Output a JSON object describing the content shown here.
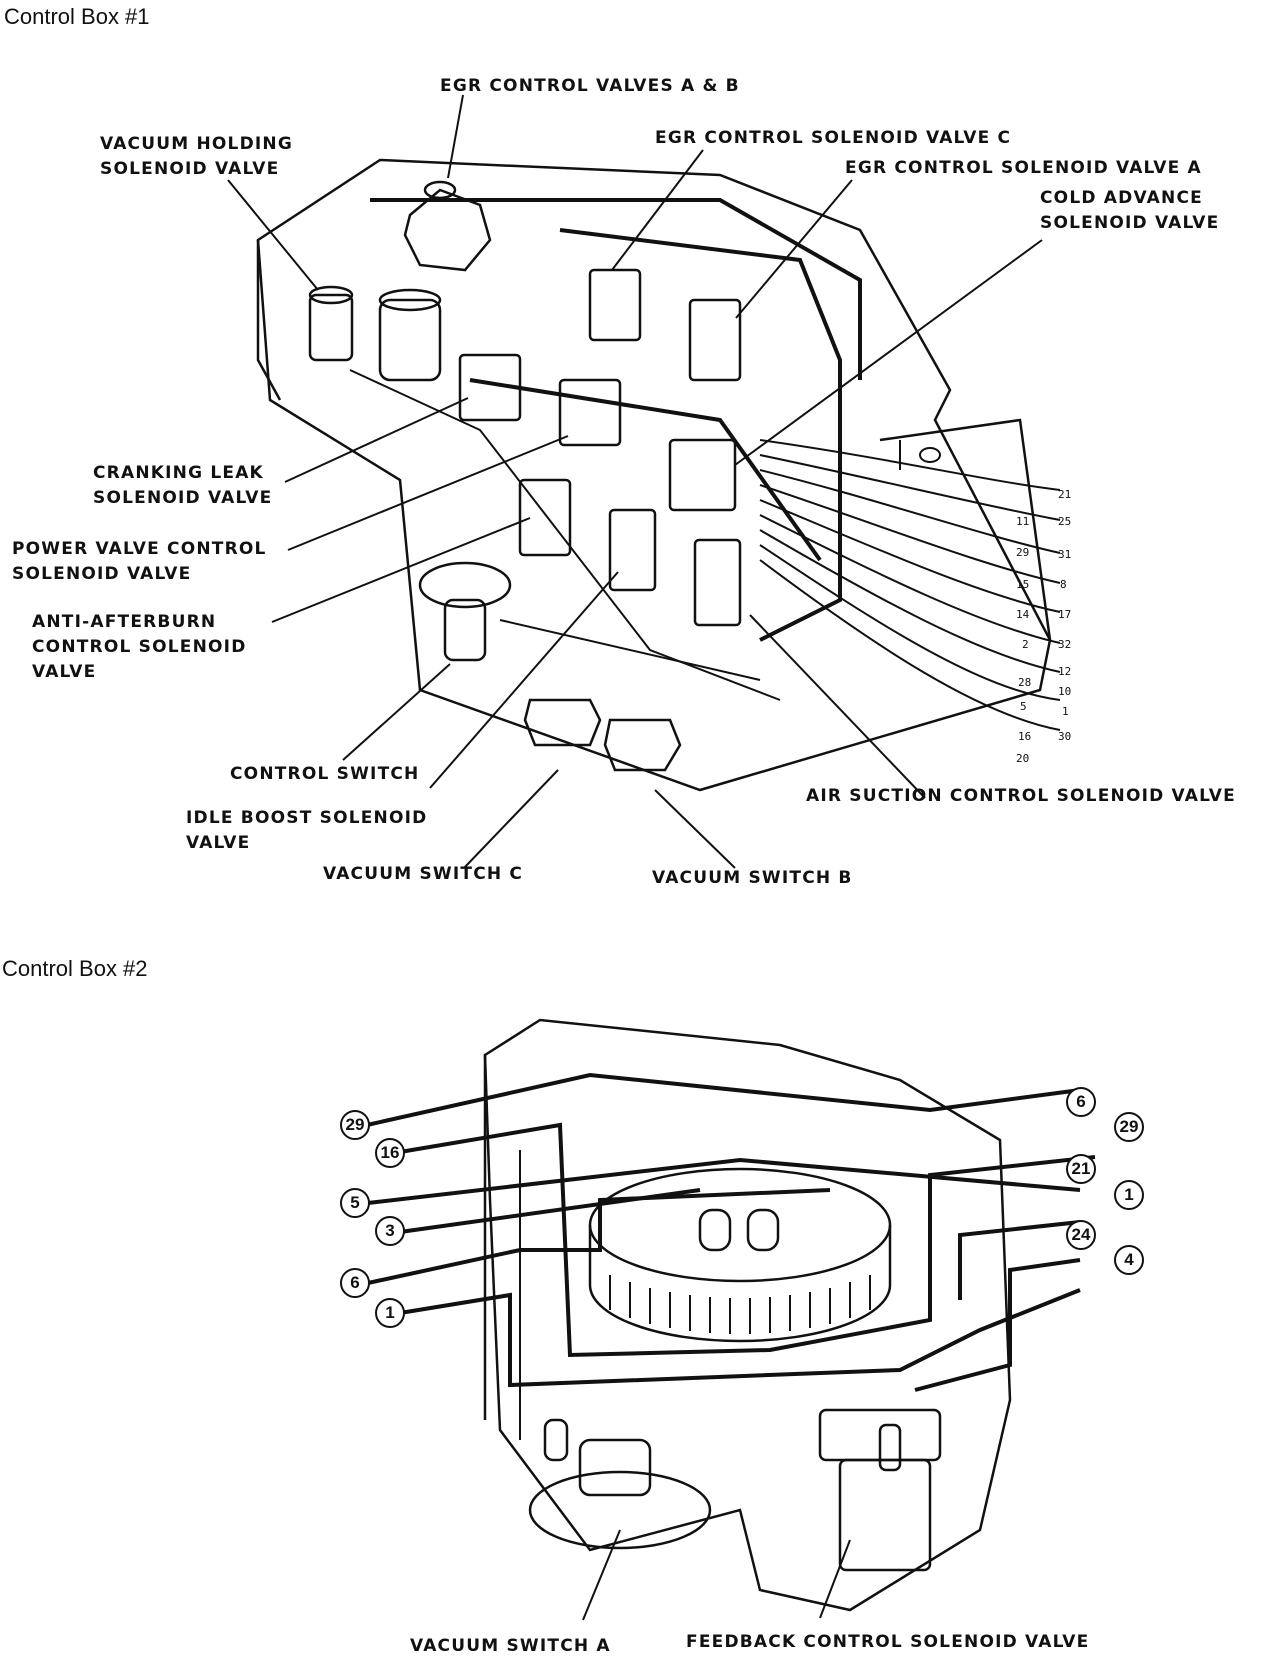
{
  "box1": {
    "title": "Control Box #1",
    "labels": {
      "egr_ab": "EGR CONTROL VALVES A & B",
      "vac_holding": [
        "VACUUM HOLDING",
        "SOLENOID VALVE"
      ],
      "egr_c": "EGR CONTROL SOLENOID VALVE C",
      "egr_a": "EGR CONTROL SOLENOID VALVE A",
      "cold_adv": [
        "COLD ADVANCE",
        "SOLENOID VALVE"
      ],
      "cranking": [
        "CRANKING LEAK",
        "SOLENOID VALVE"
      ],
      "power_valve": [
        "POWER VALVE CONTROL",
        "SOLENOID VALVE"
      ],
      "anti_after": [
        "ANTI-AFTERBURN",
        "CONTROL SOLENOID",
        "VALVE"
      ],
      "control_switch": "CONTROL SWITCH",
      "idle_boost": [
        "IDLE BOOST SOLENOID",
        "VALVE"
      ],
      "vac_switch_c": "VACUUM SWITCH C",
      "vac_switch_b": "VACUUM SWITCH B",
      "air_suction": "AIR SUCTION CONTROL SOLENOID VALVE"
    },
    "tube_numbers": {
      "left": [
        "11",
        "29",
        "15",
        "14",
        "2",
        "28",
        "5",
        "16",
        "20"
      ],
      "right": [
        "21",
        "25",
        "31",
        "8",
        "17",
        "32",
        "12",
        "10",
        "1",
        "30"
      ]
    }
  },
  "box2": {
    "title": "Control Box #2",
    "left_callouts": [
      "29",
      "16",
      "5",
      "3",
      "6",
      "1"
    ],
    "right_callouts": [
      "6",
      "29",
      "21",
      "1",
      "24",
      "4"
    ],
    "labels": {
      "vac_switch_a": "VACUUM SWITCH A",
      "feedback": "FEEDBACK CONTROL SOLENOID VALVE"
    }
  }
}
